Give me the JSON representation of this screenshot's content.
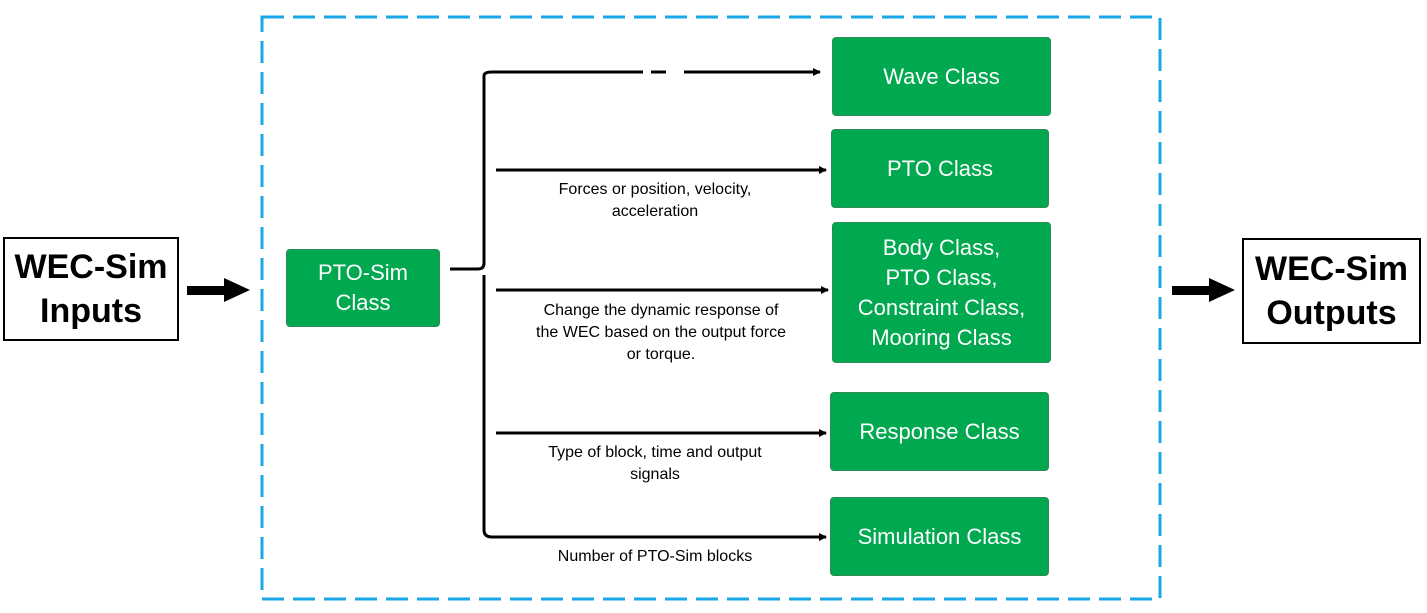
{
  "inputs": {
    "label": "WEC-Sim\nInputs"
  },
  "outputs": {
    "label": "WEC-Sim\nOutputs"
  },
  "hub": {
    "label": "PTO-Sim\nClass"
  },
  "targets": [
    {
      "label": "Wave Class",
      "edge_label": ""
    },
    {
      "label": "PTO Class",
      "edge_label": "Forces or position, velocity,\nacceleration"
    },
    {
      "label": "Body Class,\nPTO Class,\nConstraint Class,\nMooring Class",
      "edge_label": "Change the dynamic response of\nthe WEC based on the output force\nor torque."
    },
    {
      "label": "Response Class",
      "edge_label": "Type of block, time and output\nsignals"
    },
    {
      "label": "Simulation Class",
      "edge_label": "Number of PTO-Sim blocks"
    }
  ],
  "colors": {
    "class_fill": "#00a84f",
    "container_border": "#1aa7e8",
    "arrow": "#000000"
  }
}
